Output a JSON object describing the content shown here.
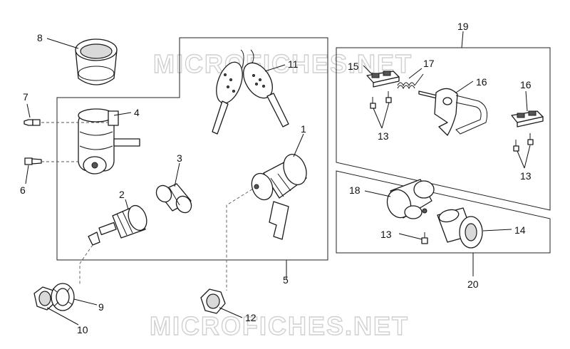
{
  "watermark": {
    "text": "MICROFICHES.NET"
  },
  "callouts": [
    {
      "id": "c1",
      "label": "1"
    },
    {
      "id": "c2",
      "label": "2"
    },
    {
      "id": "c3",
      "label": "3"
    },
    {
      "id": "c4",
      "label": "4"
    },
    {
      "id": "c5",
      "label": "5"
    },
    {
      "id": "c6",
      "label": "6"
    },
    {
      "id": "c7",
      "label": "7"
    },
    {
      "id": "c8",
      "label": "8"
    },
    {
      "id": "c9",
      "label": "9"
    },
    {
      "id": "c10",
      "label": "10"
    },
    {
      "id": "c11",
      "label": "11"
    },
    {
      "id": "c12",
      "label": "12"
    },
    {
      "id": "c13a",
      "label": "13"
    },
    {
      "id": "c13b",
      "label": "13"
    },
    {
      "id": "c13c",
      "label": "13"
    },
    {
      "id": "c14",
      "label": "14"
    },
    {
      "id": "c15",
      "label": "15"
    },
    {
      "id": "c16a",
      "label": "16"
    },
    {
      "id": "c16b",
      "label": "16"
    },
    {
      "id": "c17",
      "label": "17"
    },
    {
      "id": "c18",
      "label": "18"
    },
    {
      "id": "c19",
      "label": "19"
    },
    {
      "id": "c20",
      "label": "20"
    }
  ]
}
